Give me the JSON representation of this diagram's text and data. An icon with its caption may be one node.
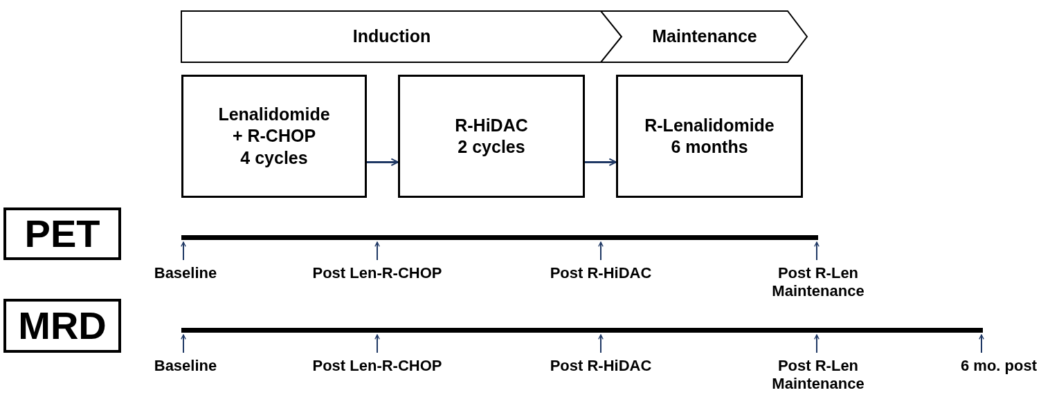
{
  "diagram": {
    "nodes": [
      {
        "text": [
          "Induction"
        ]
      },
      {
        "text": [
          "Maintenance"
        ]
      },
      {
        "text": [
          "Lenalidomide + R-CHOP 4 cycles"
        ]
      },
      {
        "text": [
          "R-HiDAC 2 cycles"
        ]
      },
      {
        "text": [
          "R-Lenalidomide 6 months"
        ]
      },
      {
        "text": [
          "PET"
        ]
      },
      {
        "text": [
          "MRD"
        ]
      },
      {
        "text": [],
        "shape": "bar"
      },
      {
        "text": [],
        "shape": "bar"
      },
      {
        "text": [
          "Baseline"
        ]
      },
      {
        "text": [
          "Post Len-R-CHOP"
        ]
      },
      {
        "text": [
          "Post R-HiDAC"
        ]
      },
      {
        "text": [
          "Post R-Len Maintenance"
        ]
      },
      {
        "text": [
          "Baseline"
        ]
      },
      {
        "text": [
          "Post Len-R-CHOP"
        ]
      },
      {
        "text": [
          "Post R-HiDAC"
        ]
      },
      {
        "text": [
          "Post R-Len Maintenance"
        ]
      },
      {
        "text": [
          "6 mo. post"
        ]
      }
    ],
    "edges": [
      {
        "from": 2,
        "to": 3,
        "arrow": "to"
      },
      {
        "from": 3,
        "to": 4,
        "arrow": "to"
      },
      {
        "from": 9,
        "to": 7,
        "arrow": "to"
      },
      {
        "from": 10,
        "to": 7,
        "arrow": "to"
      },
      {
        "from": 11,
        "to": 7,
        "arrow": "to"
      },
      {
        "from": 12,
        "to": 7,
        "arrow": "to"
      },
      {
        "from": 13,
        "to": 8,
        "arrow": "to"
      },
      {
        "from": 14,
        "to": 8,
        "arrow": "to"
      },
      {
        "from": 15,
        "to": 8,
        "arrow": "to"
      },
      {
        "from": 16,
        "to": 8,
        "arrow": "to"
      },
      {
        "from": 17,
        "to": 8,
        "arrow": "to"
      }
    ]
  }
}
